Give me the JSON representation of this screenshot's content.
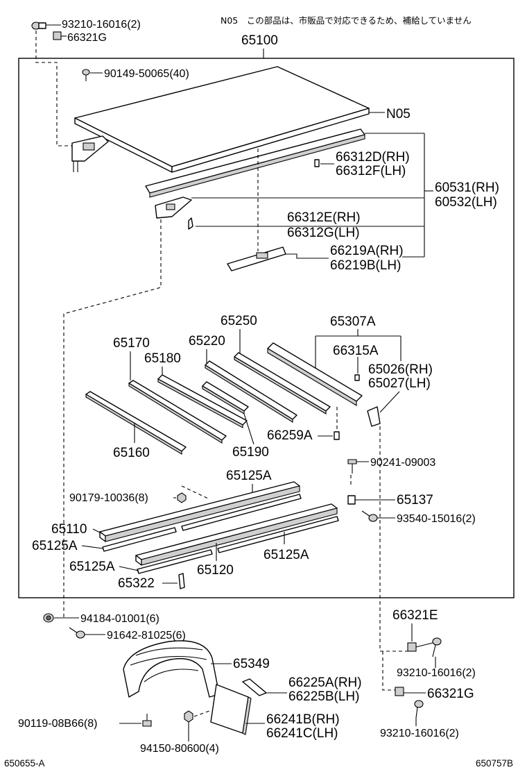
{
  "note": "N05　この部品は、市販品で対応できるため、補給していません",
  "labels": {
    "p93210_top": "93210-16016(2)",
    "p66321G_top": "66321G",
    "p65100": "65100",
    "p90149": "90149-50065(40)",
    "pN05": "N05",
    "p66312D": "66312D(RH)",
    "p66312F": "66312F(LH)",
    "p60531": "60531(RH)",
    "p60532": "60532(LH)",
    "p66312E": "66312E(RH)",
    "p66312G": "66312G(LH)",
    "p66219A": "66219A(RH)",
    "p66219B": "66219B(LH)",
    "p65250": "65250",
    "p65307A": "65307A",
    "p65170": "65170",
    "p65220": "65220",
    "p66315A": "66315A",
    "p65180": "65180",
    "p65026": "65026(RH)",
    "p65027": "65027(LH)",
    "p66259A": "66259A",
    "p65160": "65160",
    "p65190": "65190",
    "p90241": "90241-09003",
    "p65125A_top": "65125A",
    "p90179": "90179-10036(8)",
    "p65137": "65137",
    "p65110": "65110",
    "p93540": "93540-15016(2)",
    "p65125A_left": "65125A",
    "p65125A_right": "65125A",
    "p65125A_low": "65125A",
    "p65120": "65120",
    "p65322": "65322",
    "p94184": "94184-01001(6)",
    "p66321E": "66321E",
    "p91642": "91642-81025(6)",
    "p65349": "65349",
    "p93210_mid": "93210-16016(2)",
    "p66225A": "66225A(RH)",
    "p66225B": "66225B(LH)",
    "p66321G_low": "66321G",
    "p66241B": "66241B(RH)",
    "p66241C": "66241C(LH)",
    "p90119": "90119-08B66(8)",
    "p93210_low": "93210-16016(2)",
    "p94150": "94150-80600(4)"
  },
  "footer": {
    "left": "650655-A",
    "right": "650757B"
  }
}
